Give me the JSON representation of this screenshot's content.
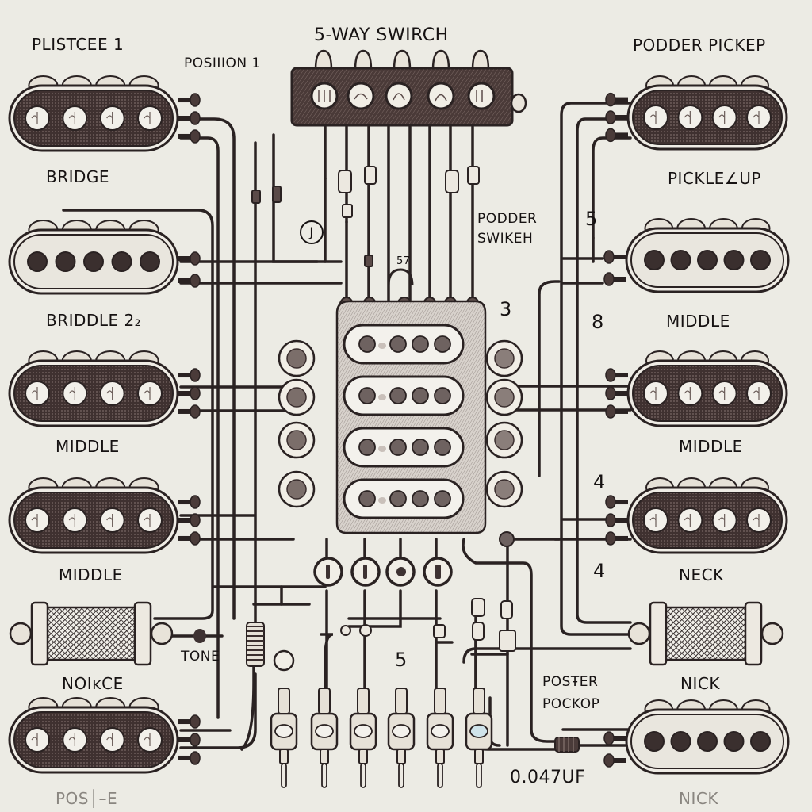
{
  "title": "5-WAY SWIRCH",
  "labels": {
    "top_left": "PLISTCEE 1",
    "position": "POSIIION 1",
    "top_right": "PODDER PICKEP",
    "bridge": "BRIDGE",
    "pickle": "PICKLE∠UP",
    "podder_switch_line1": "PODDER",
    "podder_switch_line2": "SWIKEH",
    "bridle": "BRIDDLE 2₂",
    "middle_r1": "MIDDLE",
    "middle_l1": "MIDDLE",
    "middle_r2": "MIDDLE",
    "middle_l2": "MIDDLE",
    "neck": "NECK",
    "tone": "TONE",
    "noice": "NOIĸCE",
    "nick_1": "NICK",
    "poster_line1": "POSŦER",
    "poster_line2": "POCKOP",
    "capacitor": "0.047UF",
    "poste": "POS│–E",
    "nick_2": "NICK"
  },
  "markers": {
    "circle_j": "J",
    "three": "3",
    "five_r": "5",
    "eight_r": "8",
    "four_r1": "4",
    "four_r2": "4",
    "five_b": "5",
    "seven": "57"
  },
  "pickups": [
    {
      "id": "bridge",
      "side": "left",
      "style": "dark",
      "poles": 4
    },
    {
      "id": "bridle",
      "side": "left",
      "style": "light",
      "poles": 5
    },
    {
      "id": "middle-l1",
      "side": "left",
      "style": "dark",
      "poles": 4
    },
    {
      "id": "middle-l2",
      "side": "left",
      "style": "dark",
      "poles": 4
    },
    {
      "id": "noice",
      "side": "left",
      "style": "coil"
    },
    {
      "id": "poste",
      "side": "left",
      "style": "dark",
      "poles": 4
    },
    {
      "id": "podder",
      "side": "right",
      "style": "dark",
      "poles": 4
    },
    {
      "id": "middle-r1",
      "side": "right",
      "style": "light",
      "poles": 5
    },
    {
      "id": "middle-r2",
      "side": "right",
      "style": "dark",
      "poles": 4
    },
    {
      "id": "neck",
      "side": "right",
      "style": "dark",
      "poles": 4
    },
    {
      "id": "nick",
      "side": "right",
      "style": "coil"
    },
    {
      "id": "nick-2",
      "side": "right",
      "style": "light",
      "poles": 5
    }
  ],
  "switch_positions": 5,
  "pots": 6,
  "colors": {
    "ink": "#2a2222",
    "paper": "#ecebe4",
    "pickup_dark": "#4a3b39",
    "pickup_light": "#e9e6de",
    "pole_light": "#f2f0ea",
    "pole_dark": "#3a2f2e",
    "plate": "#cfc8c2"
  }
}
